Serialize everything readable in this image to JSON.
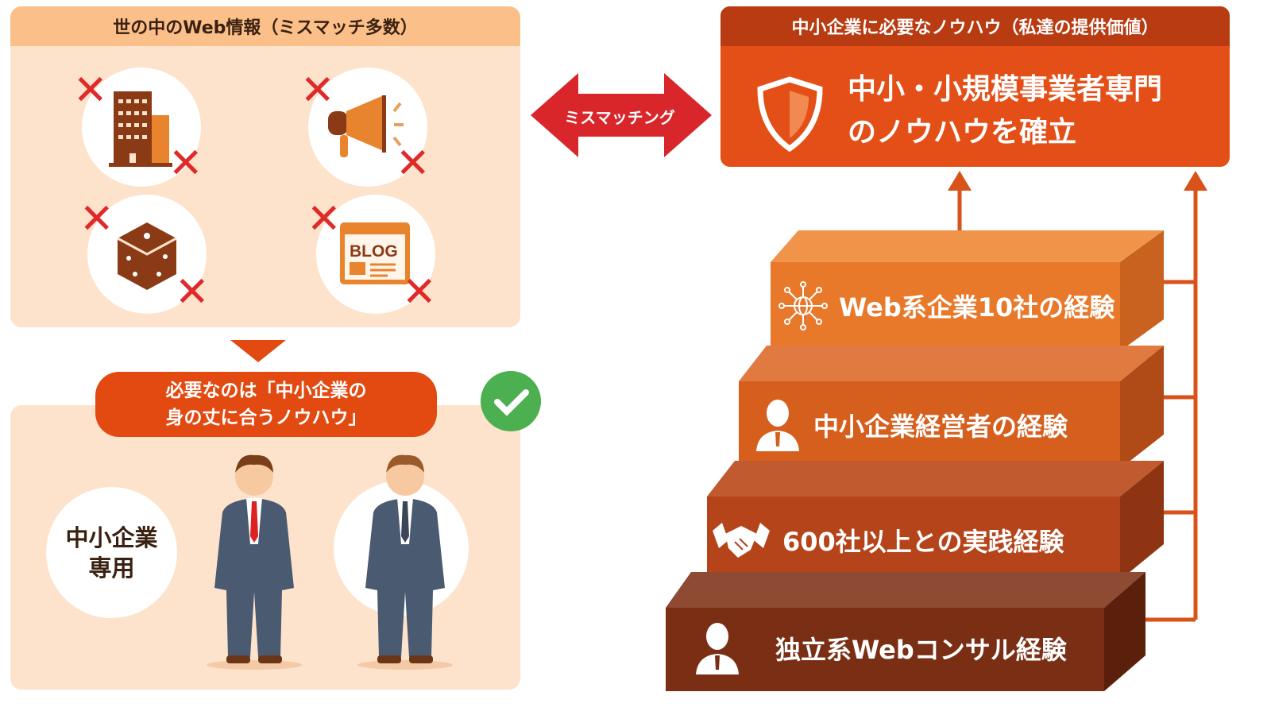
{
  "left_panel": {
    "title": "世の中のWeb情報（ミスマッチ多数）",
    "icons": [
      "building-icon",
      "megaphone-icon",
      "dice-icon",
      "blog-icon"
    ],
    "blog_label": "BLOG"
  },
  "pill": {
    "line1": "必要なのは「中小企業の",
    "line2": "身の丈に合うノウハウ」"
  },
  "bubble": {
    "line1": "中小企業",
    "line2": "専用"
  },
  "arrow": {
    "label": "ミスマッチング"
  },
  "right_box": {
    "title": "中小企業に必要なノウハウ（私達の提供価値）",
    "line1": "中小・小規模事業者専門",
    "line2": "のノウハウを確立"
  },
  "steps": [
    {
      "label": "Web系企業10社の経験",
      "icon": "network-globe-icon"
    },
    {
      "label": "中小企業経営者の経験",
      "icon": "businessman-icon"
    },
    {
      "label": "600社以上との実践経験",
      "icon": "handshake-icon"
    },
    {
      "label": "独立系Webコンサル経験",
      "icon": "businessman-icon"
    }
  ],
  "colors": {
    "accent": "#e24a12",
    "check": "#4caf50",
    "step1": "#e8782a",
    "step2": "#d65f1e",
    "step3": "#b5441a",
    "step4": "#7a2e14"
  }
}
